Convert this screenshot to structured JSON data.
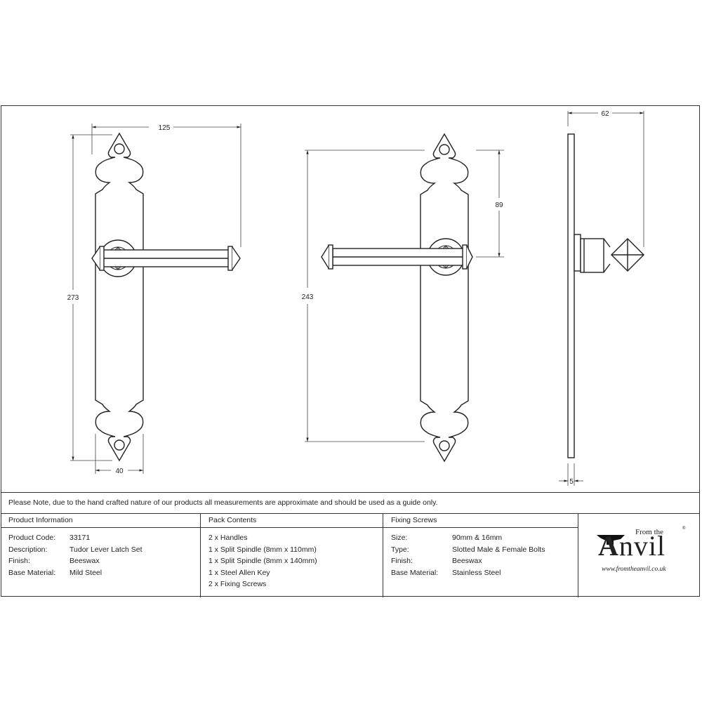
{
  "drawing": {
    "front_view": {
      "width_label": "125",
      "height_label": "273",
      "plate_width_label": "40"
    },
    "back_view": {
      "height_label": "243",
      "lever_center_label": "89"
    },
    "side_view": {
      "projection_label": "62",
      "thickness_label": "5"
    }
  },
  "note": "Please Note, due to the hand crafted nature of our products all measurements are approximate and should be used as a guide only.",
  "product_information": {
    "heading": "Product Information",
    "rows": [
      {
        "key": "Product Code:",
        "value": "33171"
      },
      {
        "key": "Description:",
        "value": "Tudor Lever Latch Set"
      },
      {
        "key": "Finish:",
        "value": "Beeswax"
      },
      {
        "key": "Base Material:",
        "value": "Mild Steel"
      }
    ]
  },
  "pack_contents": {
    "heading": "Pack Contents",
    "items": [
      "2 x Handles",
      "1 x Split Spindle (8mm x 110mm)",
      "1 x Split Spindle (8mm x 140mm)",
      "1 x Steel Allen Key",
      "2 x Fixing Screws"
    ]
  },
  "fixing_screws": {
    "heading": "Fixing Screws",
    "rows": [
      {
        "key": "Size:",
        "value": "90mm & 16mm"
      },
      {
        "key": "Type:",
        "value": "Slotted Male & Female Bolts"
      },
      {
        "key": "Finish:",
        "value": "Beeswax"
      },
      {
        "key": "Base Material:",
        "value": "Stainless Steel"
      }
    ]
  },
  "logo": {
    "from_the": "From the",
    "a_letter": "A",
    "rest": "nvil",
    "registered": "®",
    "url": "www.fromtheanvil.co.uk"
  }
}
